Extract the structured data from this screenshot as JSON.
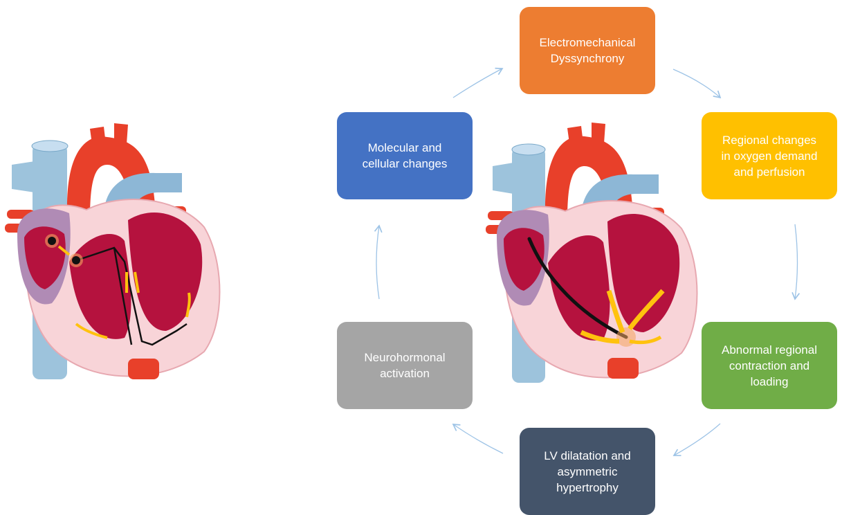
{
  "cycle": {
    "boxes": [
      {
        "label": "Electromechanical\nDyssynchrony",
        "color": "#ed7d31"
      },
      {
        "label": "Regional changes\nin oxygen demand\nand perfusion",
        "color": "#ffc000"
      },
      {
        "label": "Abnormal regional\ncontraction and\nloading",
        "color": "#70ad47"
      },
      {
        "label": "LV dilatation and\nasymmetric\nhypertrophy",
        "color": "#44546a"
      },
      {
        "label": "Neurohormonal\nactivation",
        "color": "#a5a5a5"
      },
      {
        "label": "Molecular and\ncellular changes",
        "color": "#4472c4"
      }
    ],
    "arrow_color": "#9dc3e6"
  },
  "illustrations": {
    "left_heart": "normal-conduction-heart",
    "center_heart": "dyssynchronous-conduction-heart",
    "colors": {
      "aorta": "#e8402a",
      "vena_cava": "#9dc3dc",
      "myocardium": "#f5c6cb",
      "muscle": "#b5123e",
      "atrium": "#b08bb5",
      "conduction_path": "#111111",
      "impulse_arrows": "#ffc20e"
    }
  }
}
